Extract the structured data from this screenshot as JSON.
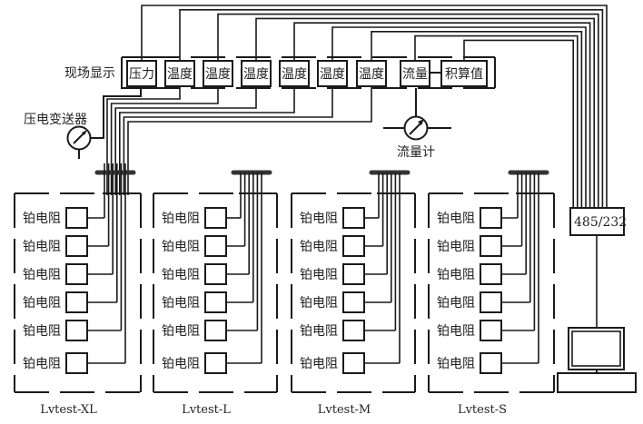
{
  "title": "现场显示测量系统示意图",
  "display_panel": {
    "label": "现场显示",
    "instruments": [
      {
        "label": "压力",
        "type": "pressure"
      },
      {
        "label": "温度",
        "type": "temperature"
      },
      {
        "label": "温度",
        "type": "temperature"
      },
      {
        "label": "温度",
        "type": "temperature"
      },
      {
        "label": "温度",
        "type": "temperature"
      },
      {
        "label": "温度",
        "type": "temperature"
      },
      {
        "label": "温度",
        "type": "temperature"
      },
      {
        "label": "流量",
        "type": "flow"
      },
      {
        "label": "积算值",
        "type": "totalizer"
      }
    ]
  },
  "pressure_transmitter": {
    "label": "压电变送器",
    "icon": "gauge-icon"
  },
  "flow_meter": {
    "label": "流量计",
    "icon": "gauge-icon"
  },
  "converter": {
    "label": "485/232"
  },
  "computer": {
    "icon": "computer-icon"
  },
  "sensor_groups": [
    {
      "name": "Lvtest-XL",
      "sensors": [
        "铂电阻",
        "铂电阻",
        "铂电阻",
        "铂电阻",
        "铂电阻",
        "铂电阻"
      ]
    },
    {
      "name": "Lvtest-L",
      "sensors": [
        "铂电阻",
        "铂电阻",
        "铂电阻",
        "铂电阻",
        "铂电阻",
        "铂电阻"
      ]
    },
    {
      "name": "Lvtest-M",
      "sensors": [
        "铂电阻",
        "铂电阻",
        "铂电阻",
        "铂电阻",
        "铂电阻",
        "铂电阻"
      ]
    },
    {
      "name": "Lvtest-S",
      "sensors": [
        "铂电阻",
        "铂电阻",
        "铂电阻",
        "铂电阻",
        "铂电阻",
        "铂电阻"
      ]
    }
  ]
}
